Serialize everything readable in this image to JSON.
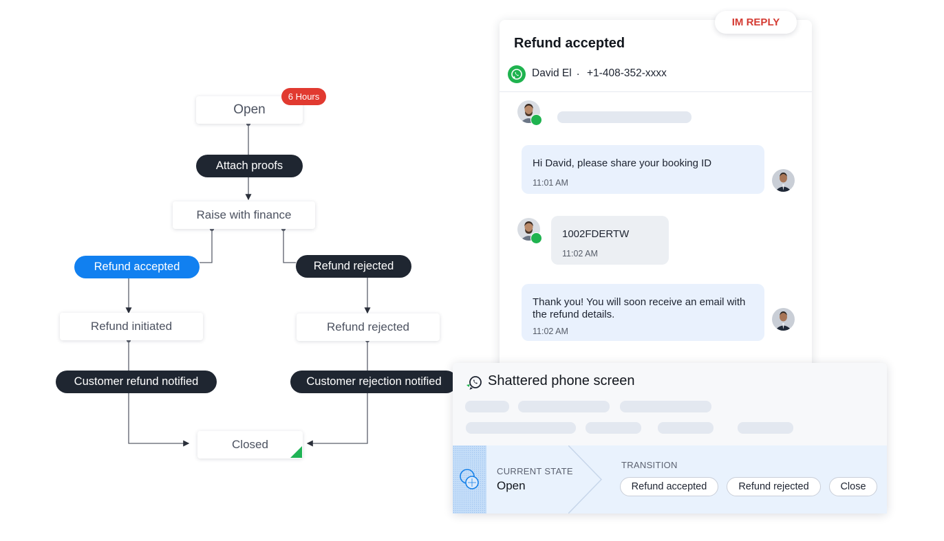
{
  "flow": {
    "states": {
      "open": "Open",
      "raise_with_finance": "Raise with finance",
      "refund_initiated": "Refund initiated",
      "refund_rejected": "Refund rejected",
      "closed": "Closed"
    },
    "transitions": {
      "attach_proofs": "Attach proofs",
      "refund_accepted": "Refund accepted",
      "refund_rejected": "Refund rejected",
      "customer_refund_notified": "Customer refund notified",
      "customer_rejection_notified": "Customer rejection notified"
    },
    "sla_badge": "6 Hours"
  },
  "chat": {
    "channel_tag": "IM REPLY",
    "title": "Refund accepted",
    "contact_name": "David El",
    "separator": ".",
    "contact_phone": "+1-408-352-xxxx",
    "messages": [
      {
        "from": "agent",
        "text": "Hi David, please share your booking ID",
        "time": "11:01 AM"
      },
      {
        "from": "customer",
        "text": "1002FDERTW",
        "time": "11:02 AM"
      },
      {
        "from": "agent",
        "text": "Thank you! You will soon receive an email with the refund details.",
        "time": "11:02 AM"
      }
    ]
  },
  "ticket": {
    "title": "Shattered phone screen",
    "current_state_label": "CURRENT STATE",
    "current_state": "Open",
    "transition_label": "TRANSITION",
    "transitions": [
      "Refund accepted",
      "Refund rejected",
      "Close"
    ]
  },
  "colors": {
    "accent_blue": "#1180f0",
    "dark_pill": "#1f2631",
    "alert_red": "#e13a30",
    "whatsapp_green": "#1fb34f"
  },
  "icons": [
    "whatsapp-icon",
    "state-icon",
    "ticket-whatsapp-icon",
    "avatar"
  ]
}
